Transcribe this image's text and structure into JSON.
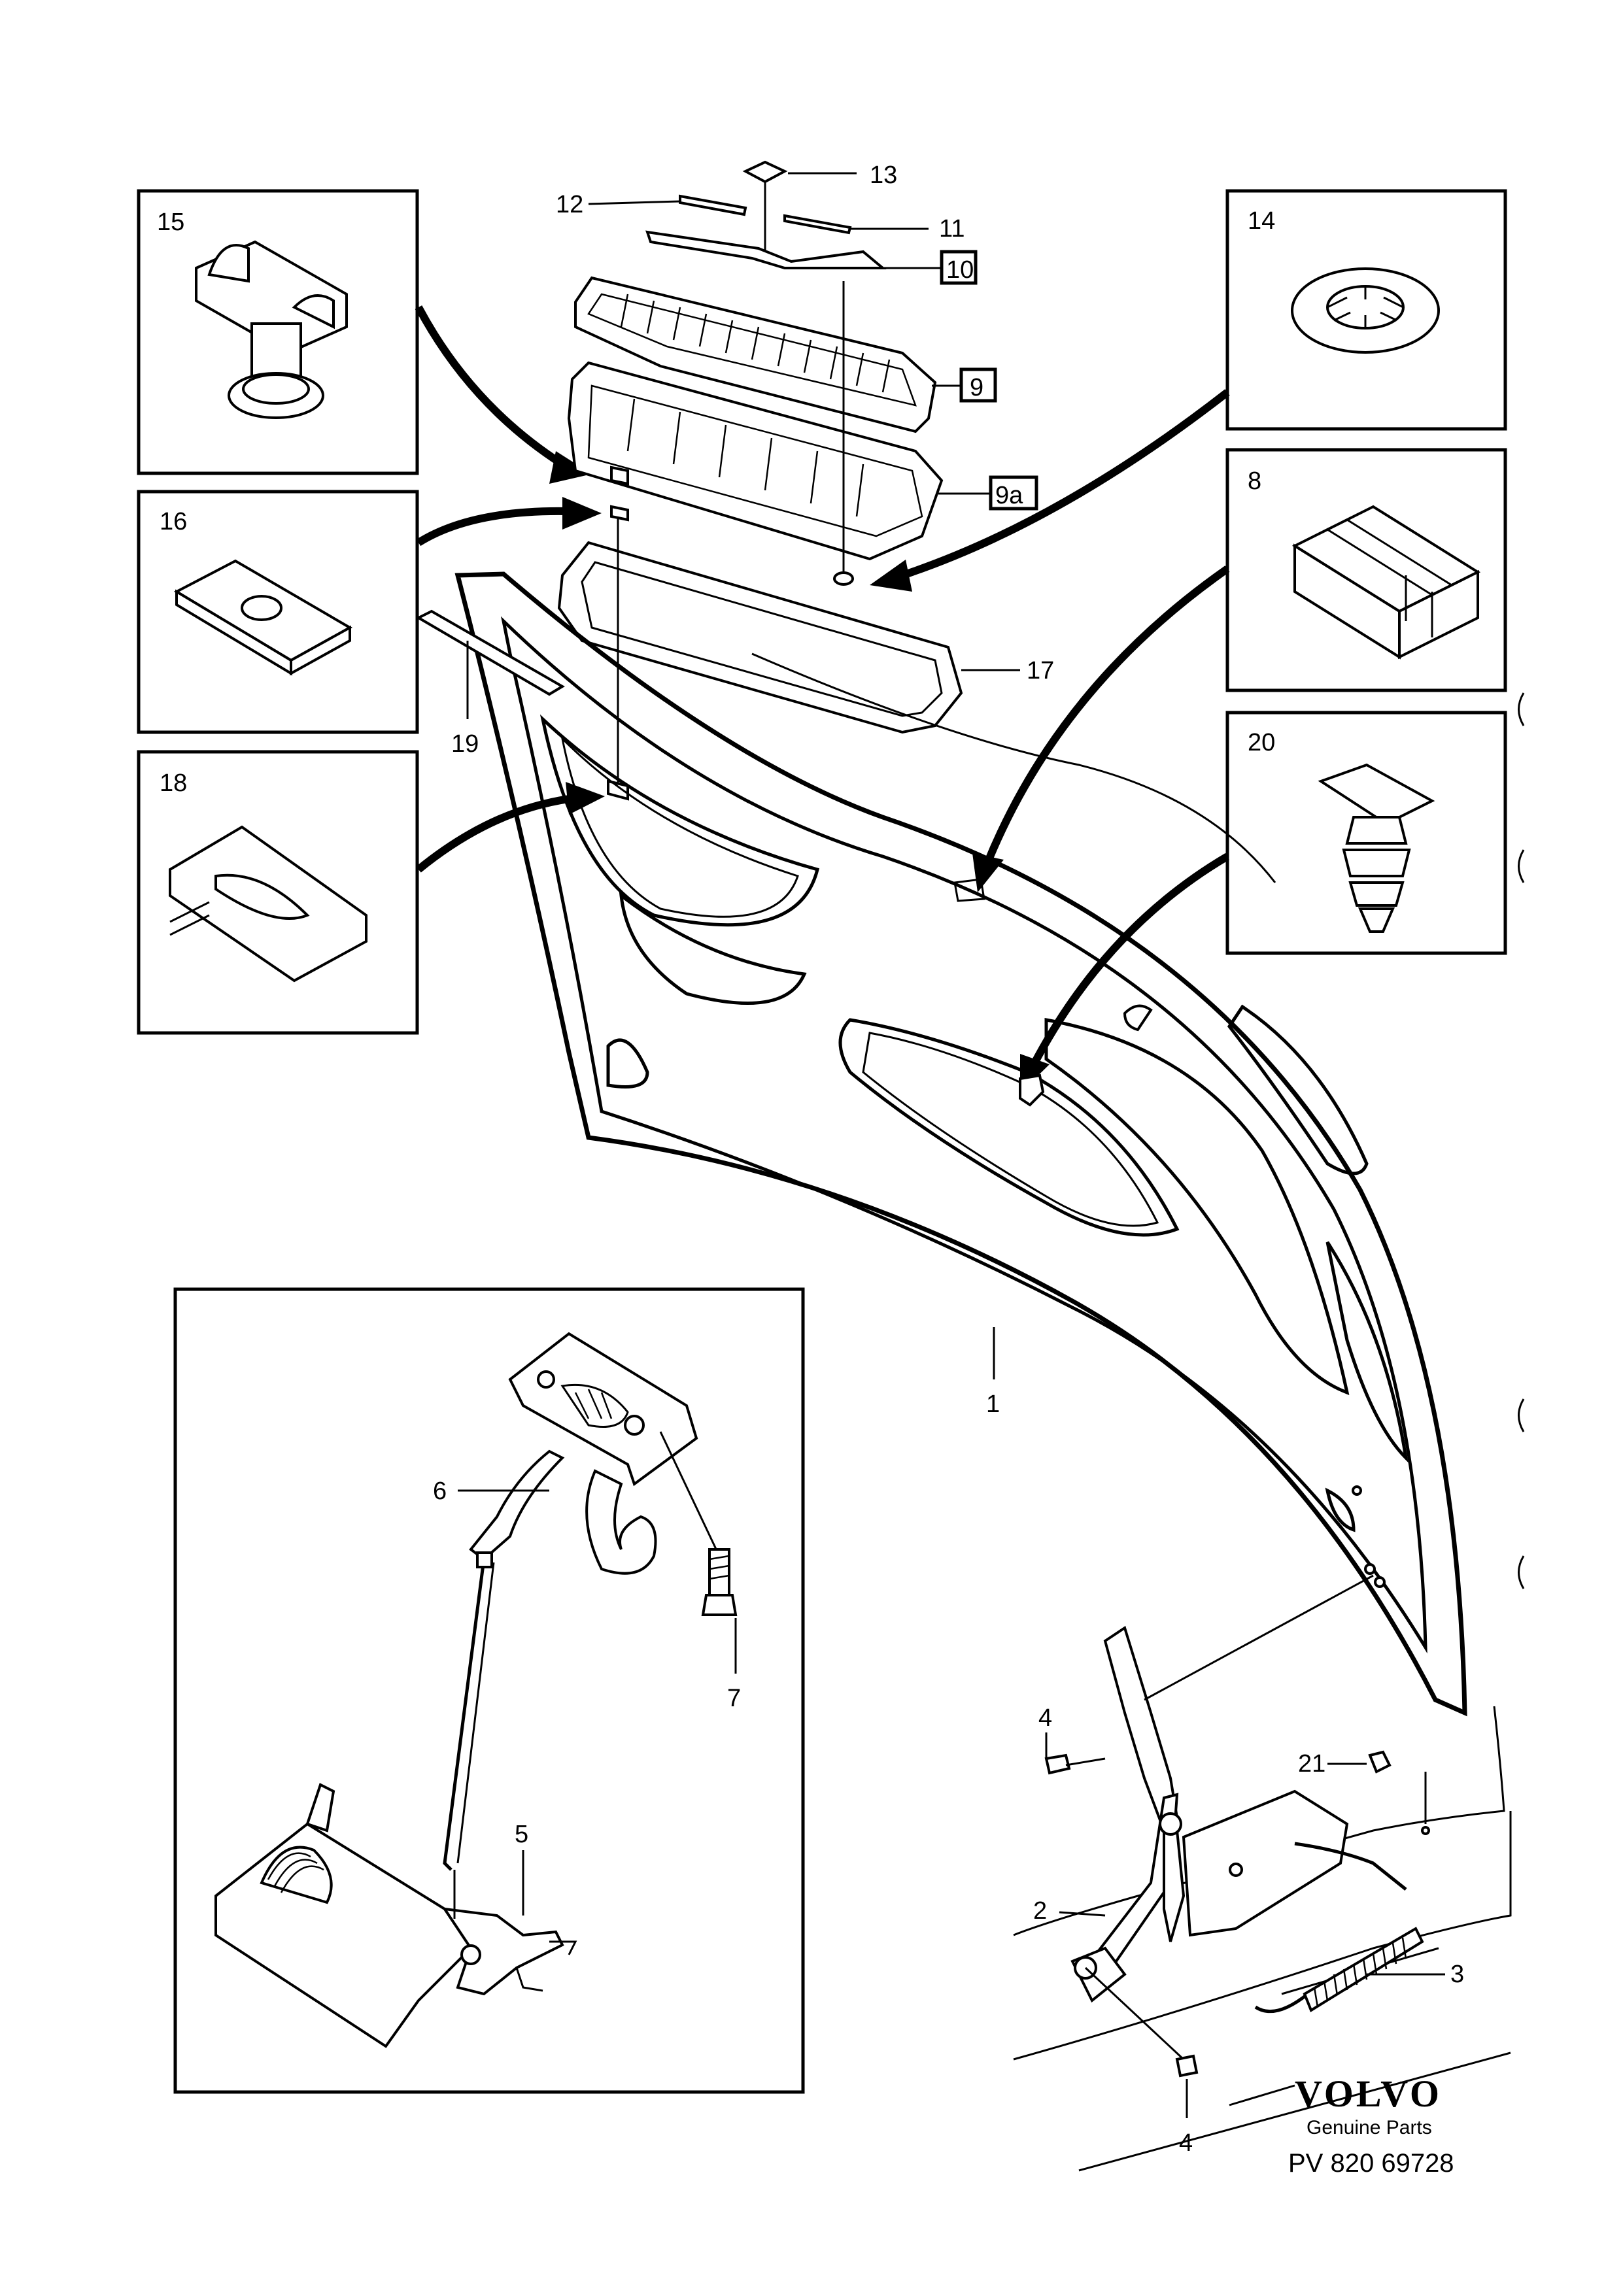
{
  "callouts": {
    "c1": "1",
    "c2": "2",
    "c3": "3",
    "c4a": "4",
    "c4b": "4",
    "c5": "5",
    "c6": "6",
    "c7": "7",
    "c8": "8",
    "c9": "9",
    "c9a": "9a",
    "c10": "10",
    "c11": "11",
    "c12": "12",
    "c13": "13",
    "c14": "14",
    "c15": "15",
    "c16": "16",
    "c17": "17",
    "c18": "18",
    "c19": "19",
    "c20": "20",
    "c21": "21"
  },
  "branding": {
    "logo_text": "VOLVO",
    "subtitle": "Genuine Parts",
    "part_number": "PV 820 69728"
  },
  "colors": {
    "line": "#000000",
    "background": "#ffffff"
  }
}
